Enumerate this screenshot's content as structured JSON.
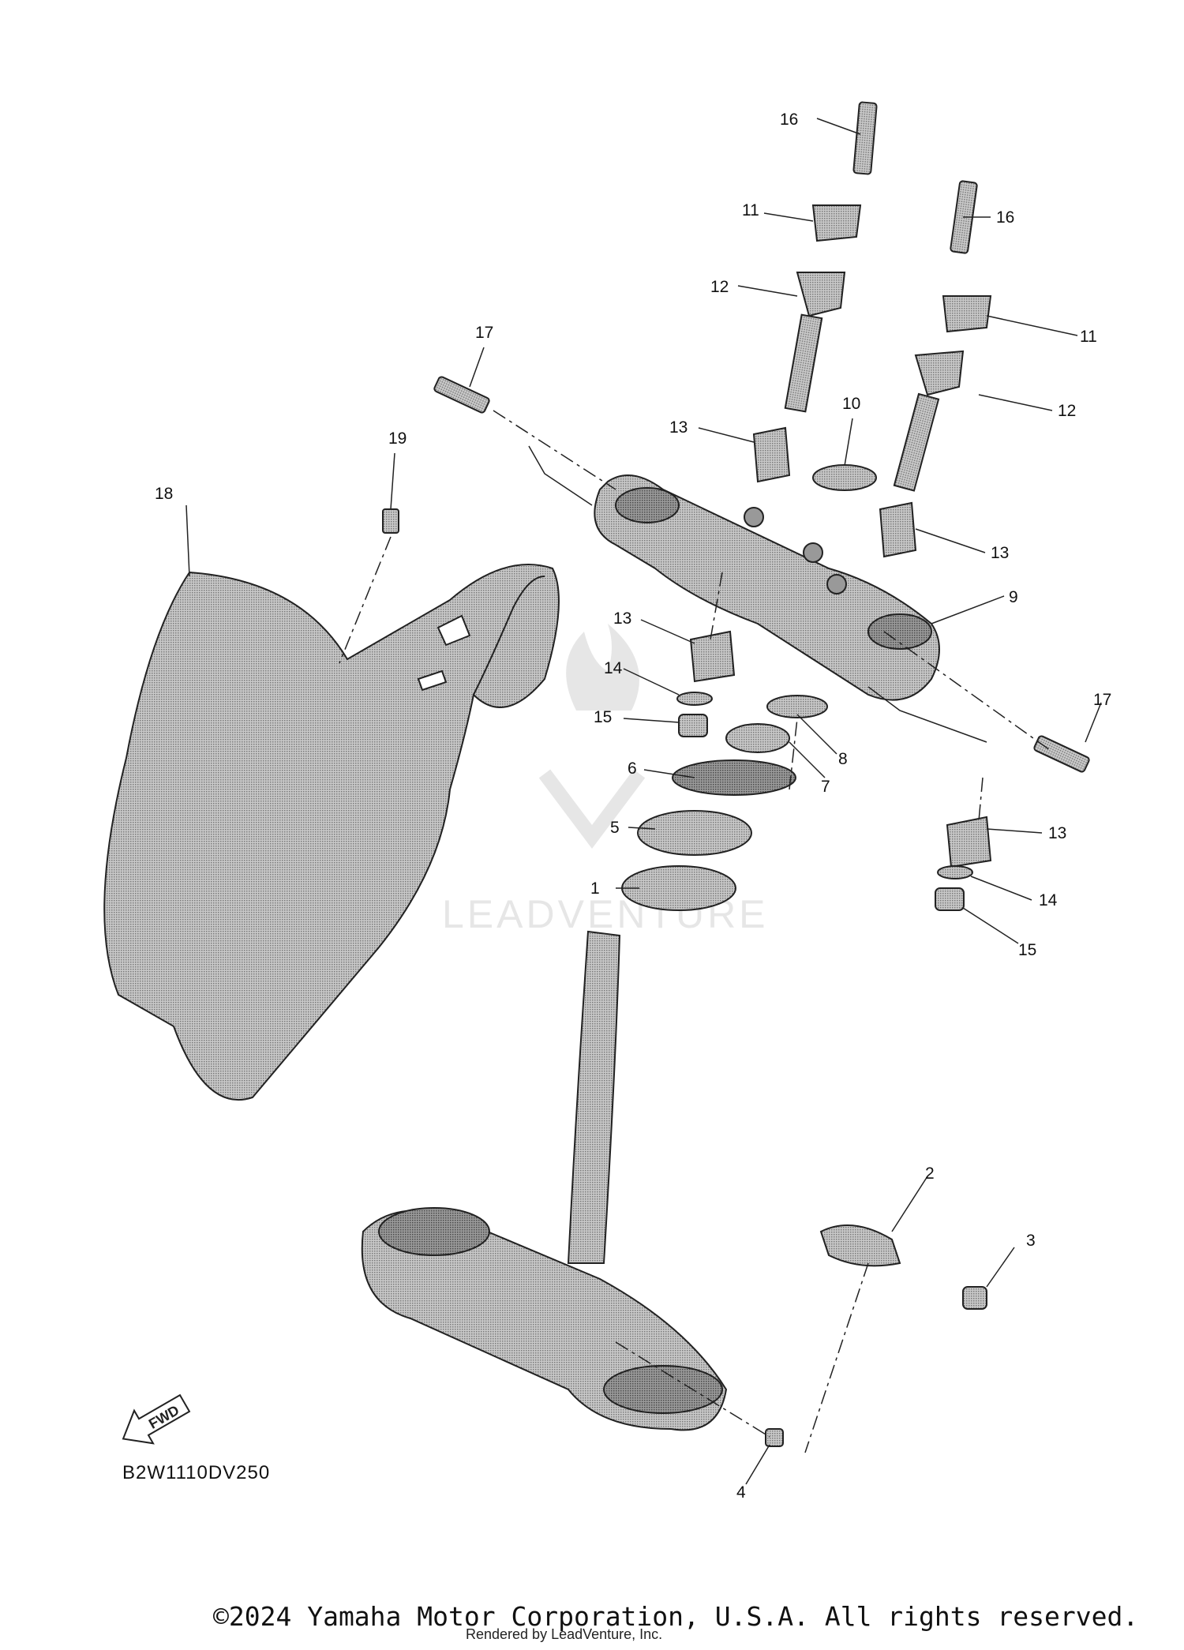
{
  "diagram": {
    "diagram_code": "B2W1110DV250",
    "fwd_label": "FWD",
    "watermark_text": "LEADVENTURE",
    "callouts": {
      "c1": "1",
      "c2": "2",
      "c3": "3",
      "c4": "4",
      "c5": "5",
      "c6": "6",
      "c7": "7",
      "c8": "8",
      "c9": "9",
      "c10": "10",
      "c11a": "11",
      "c11b": "11",
      "c12a": "12",
      "c12b": "12",
      "c13a": "13",
      "c13b": "13",
      "c13c": "13",
      "c13d": "13",
      "c14a": "14",
      "c14b": "14",
      "c15a": "15",
      "c15b": "15",
      "c16a": "16",
      "c16b": "16",
      "c17a": "17",
      "c17b": "17",
      "c18": "18",
      "c19": "19"
    }
  },
  "footer": {
    "copyright": "©2024 Yamaha Motor Corporation, U.S.A. All rights reserved.",
    "rendered_by": "Rendered by LeadVenture, Inc."
  }
}
